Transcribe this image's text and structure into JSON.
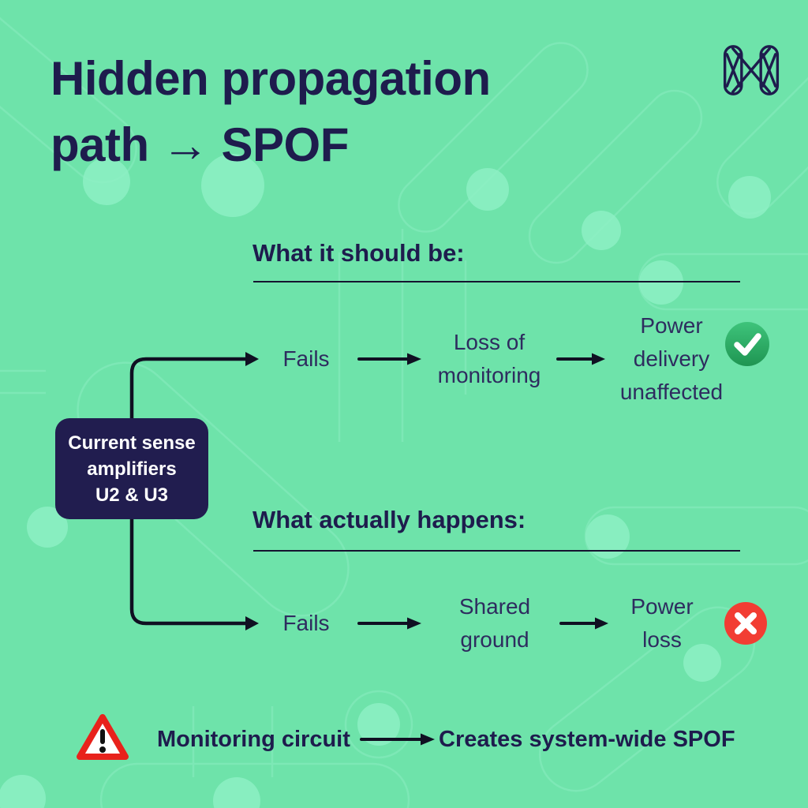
{
  "title": {
    "line1": "Hidden propagation",
    "line2": "path → SPOF"
  },
  "brand": {
    "logo": "lattice-m-logo"
  },
  "source_node": {
    "label": "Current sense\namplifiers\nU2 & U3"
  },
  "sections": [
    {
      "heading": "What it should be:",
      "steps": [
        "Fails",
        "Loss of\nmonitoring",
        "Power\ndelivery\nunaffected"
      ],
      "outcome": "success",
      "outcome_icon": "check-badge"
    },
    {
      "heading": "What actually happens:",
      "steps": [
        "Fails",
        "Shared\nground",
        "Power\nloss"
      ],
      "outcome": "failure",
      "outcome_icon": "cross-badge"
    }
  ],
  "footer": {
    "icon": "warning-triangle",
    "label": "Monitoring circuit",
    "result": "Creates system-wide SPOF"
  },
  "colors": {
    "background": "#6EE3AA",
    "ink": "#1E1C4D",
    "node_fill": "#211D4F",
    "success": "#27A45D",
    "failure": "#F23D33",
    "connector": "#101022",
    "pattern": "#8BEDC0"
  }
}
